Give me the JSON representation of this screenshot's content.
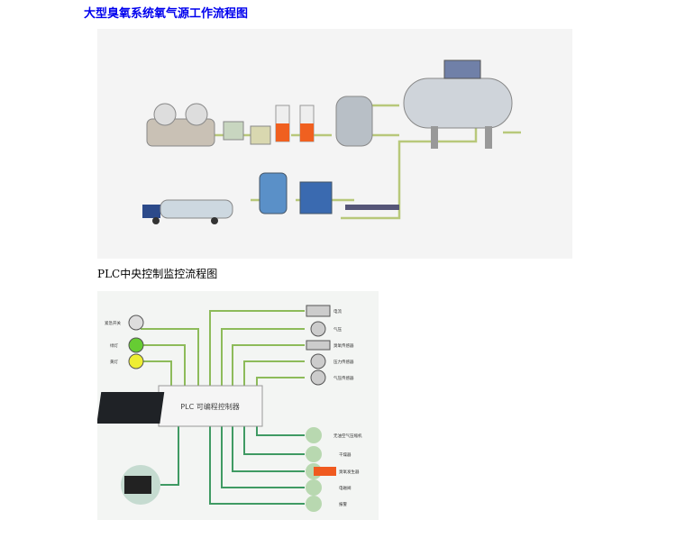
{
  "title": "大型臭氧系统氧气源工作流程图",
  "caption": "PLC中央控制监控流程图",
  "plc_diagram": {
    "controller_label": "PLC 可编程控制器",
    "left_labels": [
      "紧急开关",
      "绿灯",
      "黄灯"
    ],
    "right_top_labels": [
      "电流",
      "气压",
      "臭氧传感器",
      "压力传感器",
      "气压传感器"
    ],
    "right_bottom_labels": [
      "无油空气压缩机",
      "干燥器",
      "臭氧发生器",
      "电磁阀",
      "报警"
    ]
  },
  "colors": {
    "title": "#0000ee",
    "line": "#8dbb5a",
    "line_dark": "#3f9a63"
  }
}
